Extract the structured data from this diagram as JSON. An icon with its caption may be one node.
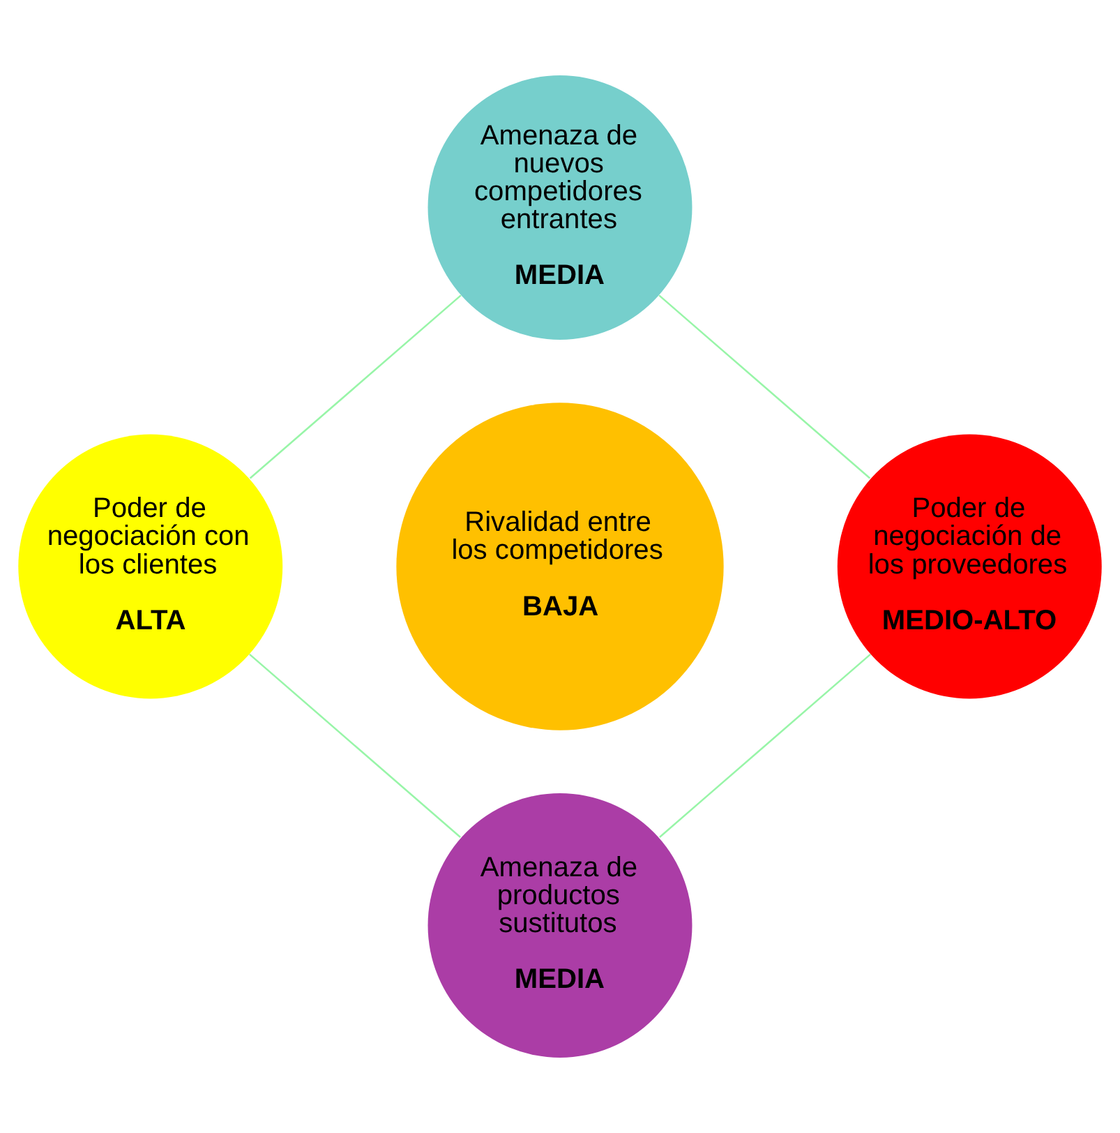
{
  "diagram": {
    "nodes": [
      {
        "text": [
          "Amenaza de nuevos competidores entrantes",
          "MEDIA"
        ]
      },
      {
        "text": [
          "Poder de negociación con los clientes",
          "ALTA"
        ]
      },
      {
        "text": [
          "Rivalidad entre los competidores",
          "BAJA"
        ]
      },
      {
        "text": [
          "Poder de negociación de los proveedores",
          "MEDIO-ALTO"
        ]
      },
      {
        "text": [
          "Amenaza de productos sustitutos",
          "MEDIA"
        ]
      }
    ],
    "edges": [
      {
        "from": 0,
        "to": 3,
        "arrow": "none"
      },
      {
        "from": 3,
        "to": 4,
        "arrow": "none"
      },
      {
        "from": 4,
        "to": 1,
        "arrow": "none"
      },
      {
        "from": 1,
        "to": 0,
        "arrow": "none"
      }
    ]
  }
}
